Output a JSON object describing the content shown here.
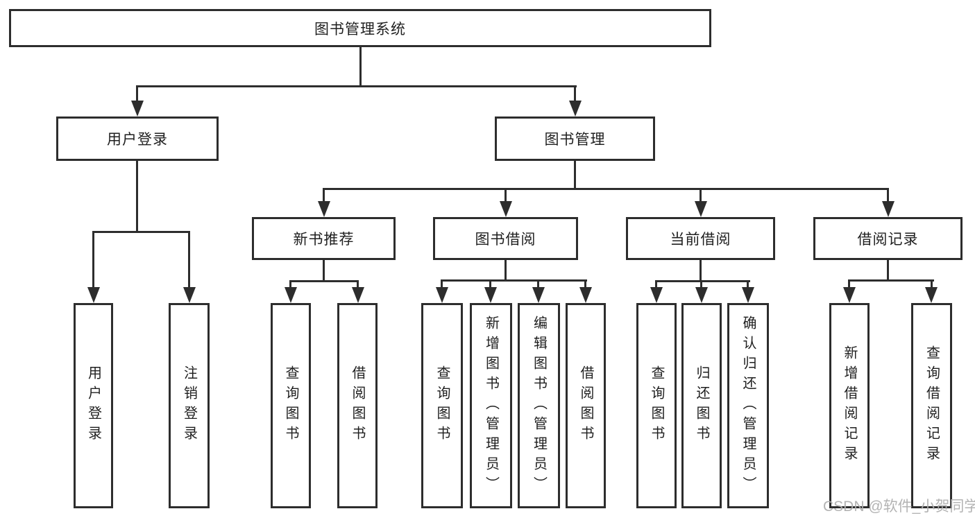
{
  "page_title": "图书管理系统",
  "watermark": "CSDN @软件_小贺同学",
  "colors": {
    "line": "#2d2d2d",
    "box_border": "#2d2d2d",
    "box_background": "#ffffff",
    "text": "#1f1f1f",
    "watermark": "#afafaf"
  },
  "nodes": {
    "root": "图书管理系统",
    "user_login": "用户登录",
    "book_management": "图书管理",
    "new_book_recommend": "新书推荐",
    "book_borrowing": "图书借阅",
    "current_borrowing": "当前借阅",
    "borrowing_records": "借阅记录",
    "ul_user_login": "用户登录",
    "ul_logout": "注销登录",
    "nb_query_books": "查询图书",
    "nb_borrow_books": "借阅图书",
    "bb_query_books": "查询图书",
    "bb_add_books": "新增图书（管理员）",
    "bb_edit_books": "编辑图书（管理员）",
    "bb_borrow_books": "借阅图书",
    "cb_query_books": "查询图书",
    "cb_return_books": "归还图书",
    "cb_confirm_return": "确认归还（管理员）",
    "br_add_record": "新增借阅记录",
    "br_query_record": "查询借阅记录"
  },
  "hierarchy": {
    "label": "图书管理系统",
    "children": [
      {
        "label": "用户登录",
        "children": [
          {
            "label": "用户登录"
          },
          {
            "label": "注销登录"
          }
        ]
      },
      {
        "label": "图书管理",
        "children": [
          {
            "label": "新书推荐",
            "children": [
              {
                "label": "查询图书"
              },
              {
                "label": "借阅图书"
              }
            ]
          },
          {
            "label": "图书借阅",
            "children": [
              {
                "label": "查询图书"
              },
              {
                "label": "新增图书（管理员）"
              },
              {
                "label": "编辑图书（管理员）"
              },
              {
                "label": "借阅图书"
              }
            ]
          },
          {
            "label": "当前借阅",
            "children": [
              {
                "label": "查询图书"
              },
              {
                "label": "归还图书"
              },
              {
                "label": "确认归还（管理员）"
              }
            ]
          },
          {
            "label": "借阅记录",
            "children": [
              {
                "label": "新增借阅记录"
              },
              {
                "label": "查询借阅记录"
              }
            ]
          }
        ]
      }
    ]
  }
}
